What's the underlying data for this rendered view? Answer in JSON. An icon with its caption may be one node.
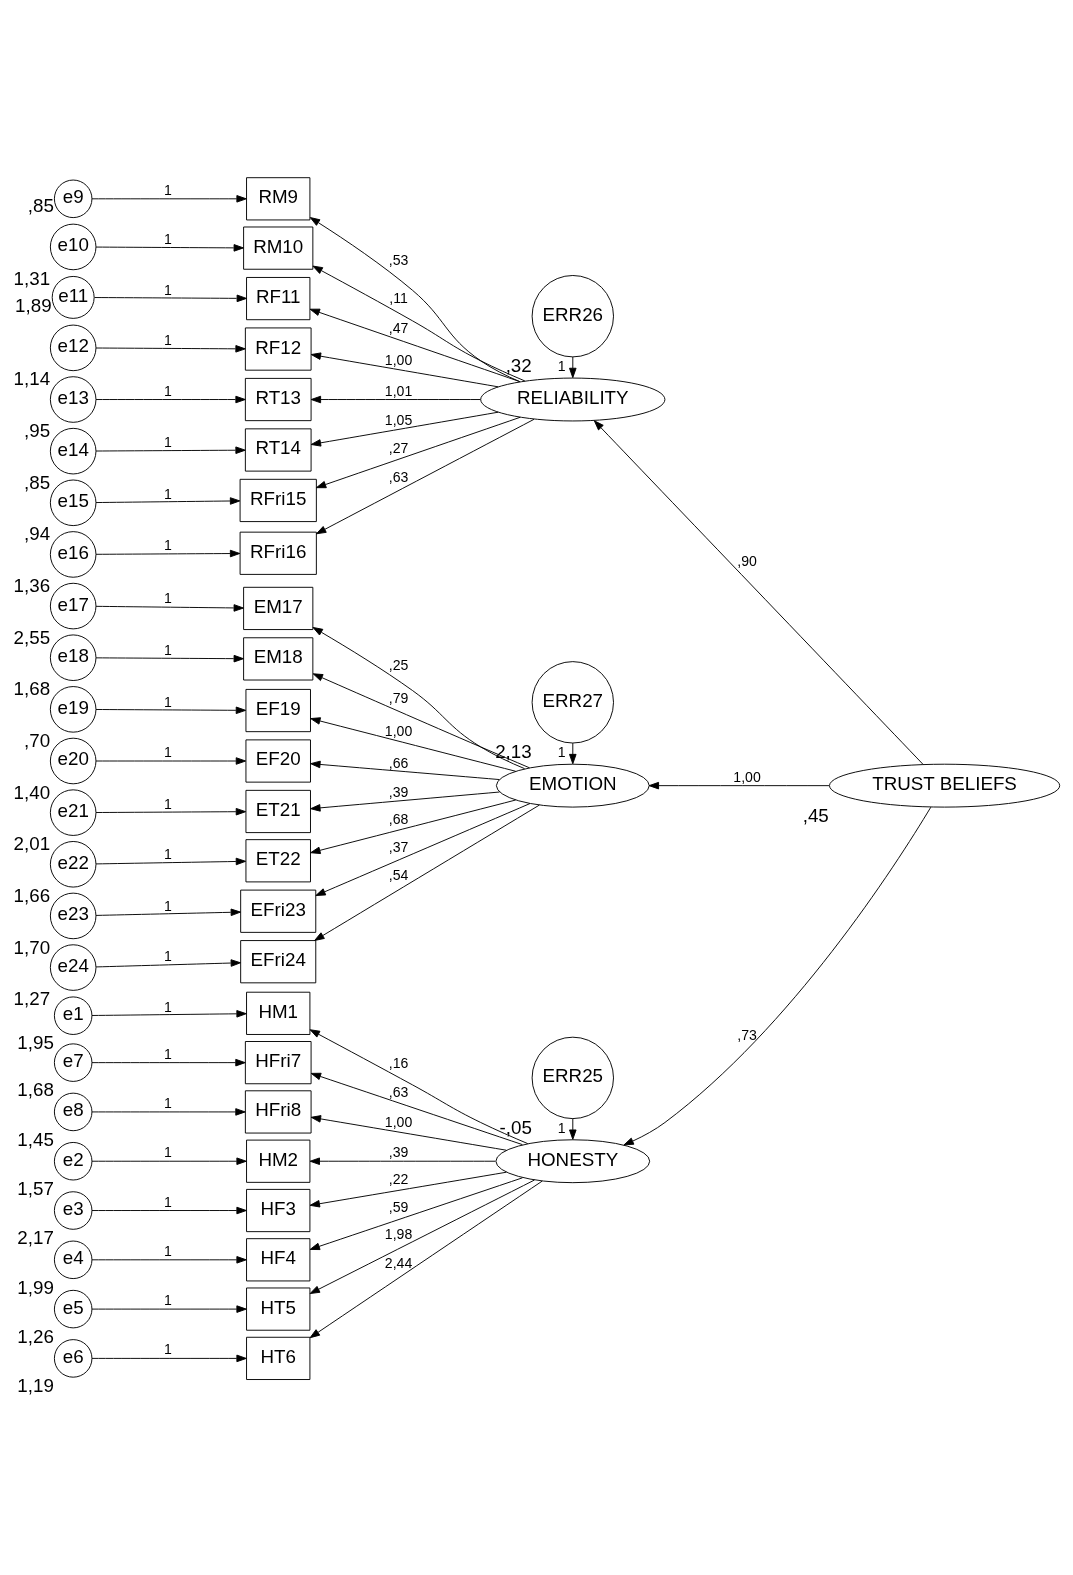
{
  "diagram": {
    "nodes": [
      {
        "text": [
          "e1"
        ],
        "beside": [
          "1,95"
        ]
      },
      {
        "text": [
          "e2"
        ],
        "beside": [
          "1,57"
        ]
      },
      {
        "text": [
          "e3"
        ],
        "beside": [
          "2,17"
        ]
      },
      {
        "text": [
          "e4"
        ],
        "beside": [
          "1,99"
        ]
      },
      {
        "text": [
          "e5"
        ],
        "beside": [
          "1,26"
        ]
      },
      {
        "text": [
          "e6"
        ],
        "beside": [
          "1,19"
        ]
      },
      {
        "text": [
          "e7"
        ],
        "beside": [
          "1,68"
        ]
      },
      {
        "text": [
          "e8"
        ],
        "beside": [
          "1,45"
        ]
      },
      {
        "text": [
          "e9"
        ],
        "beside": [
          ",85"
        ]
      },
      {
        "text": [
          "e10"
        ],
        "beside": [
          "1,31"
        ]
      },
      {
        "text": [
          "e11"
        ],
        "beside": [
          "1,89"
        ]
      },
      {
        "text": [
          "e12"
        ],
        "beside": [
          "1,14"
        ]
      },
      {
        "text": [
          "e13"
        ],
        "beside": [
          ",95"
        ]
      },
      {
        "text": [
          "e14"
        ],
        "beside": [
          ",85"
        ]
      },
      {
        "text": [
          "e15"
        ],
        "beside": [
          ",94"
        ]
      },
      {
        "text": [
          "e16"
        ],
        "beside": [
          "1,36"
        ]
      },
      {
        "text": [
          "e17"
        ],
        "beside": [
          "2,55"
        ]
      },
      {
        "text": [
          "e18"
        ],
        "beside": [
          "1,68"
        ]
      },
      {
        "text": [
          "e19"
        ],
        "beside": [
          ",70"
        ]
      },
      {
        "text": [
          "e20"
        ],
        "beside": [
          "1,40"
        ]
      },
      {
        "text": [
          "e21"
        ],
        "beside": [
          "2,01"
        ]
      },
      {
        "text": [
          "e22"
        ],
        "beside": [
          "1,66"
        ]
      },
      {
        "text": [
          "e23"
        ],
        "beside": [
          "1,70"
        ]
      },
      {
        "text": [
          "e24"
        ],
        "beside": [
          "1,27"
        ]
      },
      {
        "text": [
          "HM1"
        ]
      },
      {
        "text": [
          "HM2"
        ]
      },
      {
        "text": [
          "HF3"
        ]
      },
      {
        "text": [
          "HF4"
        ]
      },
      {
        "text": [
          "HT5"
        ]
      },
      {
        "text": [
          "HT6"
        ]
      },
      {
        "text": [
          "HFri7"
        ]
      },
      {
        "text": [
          "HFri8"
        ]
      },
      {
        "text": [
          "RM9"
        ]
      },
      {
        "text": [
          "RM10"
        ]
      },
      {
        "text": [
          "RF11"
        ]
      },
      {
        "text": [
          "RF12"
        ]
      },
      {
        "text": [
          "RT13"
        ]
      },
      {
        "text": [
          "RT14"
        ]
      },
      {
        "text": [
          "RFri15"
        ]
      },
      {
        "text": [
          "RFri16"
        ]
      },
      {
        "text": [
          "EM17"
        ]
      },
      {
        "text": [
          "EM18"
        ]
      },
      {
        "text": [
          "EF19"
        ]
      },
      {
        "text": [
          "EF20"
        ]
      },
      {
        "text": [
          "ET21"
        ]
      },
      {
        "text": [
          "ET22"
        ]
      },
      {
        "text": [
          "EFri23"
        ]
      },
      {
        "text": [
          "EFri24"
        ]
      },
      {
        "text": [
          "ERR25"
        ],
        "beside": [
          "-,05"
        ]
      },
      {
        "text": [
          "HONESTY"
        ]
      },
      {
        "text": [
          "ERR26"
        ],
        "beside": [
          ",32"
        ]
      },
      {
        "text": [
          "RELIABILITY"
        ]
      },
      {
        "text": [
          "ERR27"
        ],
        "beside": [
          "2,13"
        ]
      },
      {
        "text": [
          "EMOTION"
        ]
      },
      {
        "text": [
          "TRUST BELIEFS"
        ],
        "beside": [
          ",45"
        ]
      }
    ],
    "edges": [
      {
        "from": 0,
        "to": 24,
        "arrow": "to",
        "label": "1"
      },
      {
        "from": 1,
        "to": 25,
        "arrow": "to",
        "label": "1"
      },
      {
        "from": 2,
        "to": 26,
        "arrow": "to",
        "label": "1"
      },
      {
        "from": 3,
        "to": 27,
        "arrow": "to",
        "label": "1"
      },
      {
        "from": 4,
        "to": 28,
        "arrow": "to",
        "label": "1"
      },
      {
        "from": 5,
        "to": 29,
        "arrow": "to",
        "label": "1"
      },
      {
        "from": 6,
        "to": 30,
        "arrow": "to",
        "label": "1"
      },
      {
        "from": 7,
        "to": 31,
        "arrow": "to",
        "label": "1"
      },
      {
        "from": 8,
        "to": 32,
        "arrow": "to",
        "label": "1"
      },
      {
        "from": 9,
        "to": 33,
        "arrow": "to",
        "label": "1"
      },
      {
        "from": 10,
        "to": 34,
        "arrow": "to",
        "label": "1"
      },
      {
        "from": 11,
        "to": 35,
        "arrow": "to",
        "label": "1"
      },
      {
        "from": 12,
        "to": 36,
        "arrow": "to",
        "label": "1"
      },
      {
        "from": 13,
        "to": 37,
        "arrow": "to",
        "label": "1"
      },
      {
        "from": 14,
        "to": 38,
        "arrow": "to",
        "label": "1"
      },
      {
        "from": 15,
        "to": 39,
        "arrow": "to",
        "label": "1"
      },
      {
        "from": 16,
        "to": 40,
        "arrow": "to",
        "label": "1"
      },
      {
        "from": 17,
        "to": 41,
        "arrow": "to",
        "label": "1"
      },
      {
        "from": 18,
        "to": 42,
        "arrow": "to",
        "label": "1"
      },
      {
        "from": 19,
        "to": 43,
        "arrow": "to",
        "label": "1"
      },
      {
        "from": 20,
        "to": 44,
        "arrow": "to",
        "label": "1"
      },
      {
        "from": 21,
        "to": 45,
        "arrow": "to",
        "label": "1"
      },
      {
        "from": 22,
        "to": 46,
        "arrow": "to",
        "label": "1"
      },
      {
        "from": 23,
        "to": 47,
        "arrow": "to",
        "label": "1"
      },
      {
        "from": 49,
        "to": 24,
        "arrow": "to",
        "label": ",16"
      },
      {
        "from": 49,
        "to": 25,
        "arrow": "to",
        "label": ",39"
      },
      {
        "from": 49,
        "to": 26,
        "arrow": "to",
        "label": ",22"
      },
      {
        "from": 49,
        "to": 27,
        "arrow": "to",
        "label": ",59"
      },
      {
        "from": 49,
        "to": 28,
        "arrow": "to",
        "label": "1,98"
      },
      {
        "from": 49,
        "to": 29,
        "arrow": "to",
        "label": "2,44"
      },
      {
        "from": 49,
        "to": 30,
        "arrow": "to",
        "label": ",63"
      },
      {
        "from": 49,
        "to": 31,
        "arrow": "to",
        "label": "1,00"
      },
      {
        "from": 51,
        "to": 32,
        "arrow": "to",
        "label": ",53"
      },
      {
        "from": 51,
        "to": 33,
        "arrow": "to",
        "label": ",11"
      },
      {
        "from": 51,
        "to": 34,
        "arrow": "to",
        "label": ",47"
      },
      {
        "from": 51,
        "to": 35,
        "arrow": "to",
        "label": "1,00"
      },
      {
        "from": 51,
        "to": 36,
        "arrow": "to",
        "label": "1,01"
      },
      {
        "from": 51,
        "to": 37,
        "arrow": "to",
        "label": "1,05"
      },
      {
        "from": 51,
        "to": 38,
        "arrow": "to",
        "label": ",27"
      },
      {
        "from": 51,
        "to": 39,
        "arrow": "to",
        "label": ",63"
      },
      {
        "from": 53,
        "to": 40,
        "arrow": "to",
        "label": ",25"
      },
      {
        "from": 53,
        "to": 41,
        "arrow": "to",
        "label": ",79"
      },
      {
        "from": 53,
        "to": 42,
        "arrow": "to",
        "label": "1,00"
      },
      {
        "from": 53,
        "to": 43,
        "arrow": "to",
        "label": ",66"
      },
      {
        "from": 53,
        "to": 44,
        "arrow": "to",
        "label": ",39"
      },
      {
        "from": 53,
        "to": 45,
        "arrow": "to",
        "label": ",68"
      },
      {
        "from": 53,
        "to": 46,
        "arrow": "to",
        "label": ",37"
      },
      {
        "from": 53,
        "to": 47,
        "arrow": "to",
        "label": ",54"
      },
      {
        "from": 48,
        "to": 49,
        "arrow": "to",
        "label": "1"
      },
      {
        "from": 50,
        "to": 51,
        "arrow": "to",
        "label": "1"
      },
      {
        "from": 52,
        "to": 53,
        "arrow": "to",
        "label": "1"
      },
      {
        "from": 54,
        "to": 49,
        "arrow": "to",
        "label": ",73"
      },
      {
        "from": 54,
        "to": 51,
        "arrow": "to",
        "label": ",90"
      },
      {
        "from": 54,
        "to": 53,
        "arrow": "to",
        "label": "1,00"
      }
    ]
  }
}
